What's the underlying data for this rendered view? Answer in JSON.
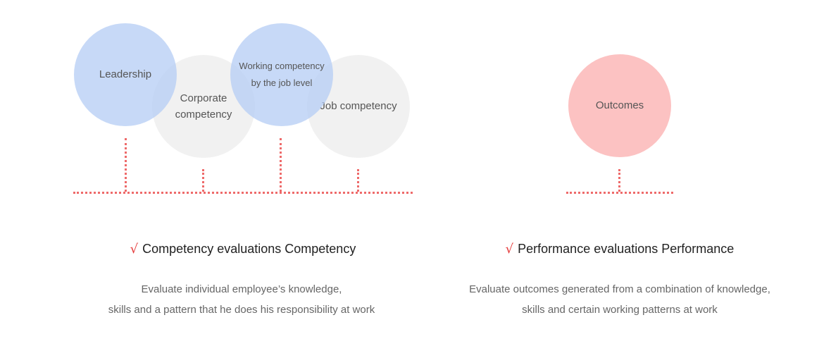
{
  "competency": {
    "circles": [
      {
        "label": "Leadership"
      },
      {
        "label_line1": "Corporate",
        "label_line2": "competency"
      },
      {
        "label_line1": "Working competency",
        "label_line2": "by the job level"
      },
      {
        "label": "Job competency"
      }
    ],
    "heading": "Competency evaluations Competency",
    "description_line1": "Evaluate individual employee’s knowledge,",
    "description_line2": "skills and a pattern that he does his responsibility at work"
  },
  "performance": {
    "circles": [
      {
        "label": "Outcomes"
      }
    ],
    "heading": "Performance evaluations Performance",
    "description_line1": "Evaluate outcomes generated from a combination of knowledge,",
    "description_line2": "skills and certain working patterns at work"
  },
  "check_mark": "√",
  "colors": {
    "blue_circle": "#b4ccf4",
    "gray_circle": "#e8e8e8",
    "pink_circle": "#fcc2c2",
    "dotted_line": "#ee6a6a",
    "check_mark": "#e53c3c"
  }
}
